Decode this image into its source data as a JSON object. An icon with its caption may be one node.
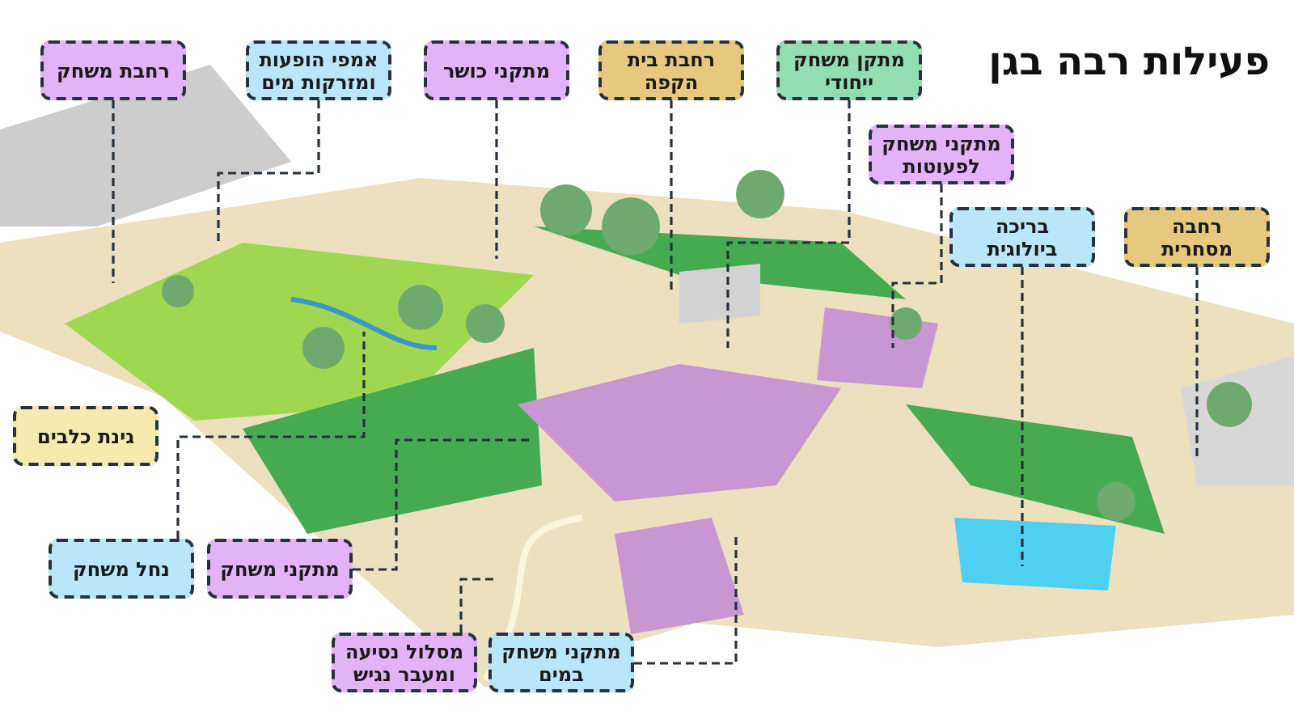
{
  "diagram": {
    "title": "פעילות רבה בגן",
    "nodes": [
      {
        "text": [
          "רחבת משחק"
        ]
      },
      {
        "text": [
          "אמפי הופעות ומזרקות מים"
        ]
      },
      {
        "text": [
          "מתקני כושר"
        ]
      },
      {
        "text": [
          "רחבת בית הקפה"
        ]
      },
      {
        "text": [
          "מתקן משחק ייחודי"
        ]
      },
      {
        "text": [
          "מתקני משחק לפעוטות"
        ]
      },
      {
        "text": [
          "בריכה ביולוגית"
        ]
      },
      {
        "text": [
          "רחבה מסחרית"
        ]
      },
      {
        "text": [
          "גינת כלבים"
        ]
      },
      {
        "text": [
          "נחל משחק"
        ]
      },
      {
        "text": [
          "מתקני משחק"
        ]
      },
      {
        "text": [
          "מסלול נסיעה ומעבר נגיש"
        ]
      },
      {
        "text": [
          "מתקני משחק במים"
        ]
      }
    ],
    "edges": [
      {
        "from": 0,
        "to": null,
        "arrow": "none",
        "style": "dashed"
      },
      {
        "from": 1,
        "to": null,
        "arrow": "none",
        "style": "dashed"
      },
      {
        "from": 2,
        "to": null,
        "arrow": "none",
        "style": "dashed"
      },
      {
        "from": 3,
        "to": null,
        "arrow": "none",
        "style": "dashed"
      },
      {
        "from": 4,
        "to": null,
        "arrow": "none",
        "style": "dashed"
      },
      {
        "from": 5,
        "to": null,
        "arrow": "none",
        "style": "dashed"
      },
      {
        "from": 6,
        "to": null,
        "arrow": "none",
        "style": "dashed"
      },
      {
        "from": 7,
        "to": null,
        "arrow": "none",
        "style": "dashed"
      },
      {
        "from": 9,
        "to": null,
        "arrow": "none",
        "style": "dashed"
      },
      {
        "from": 10,
        "to": null,
        "arrow": "none",
        "style": "dashed"
      },
      {
        "from": 11,
        "to": null,
        "arrow": "none",
        "style": "dashed"
      },
      {
        "from": 12,
        "to": null,
        "arrow": "none",
        "style": "dashed"
      }
    ]
  }
}
